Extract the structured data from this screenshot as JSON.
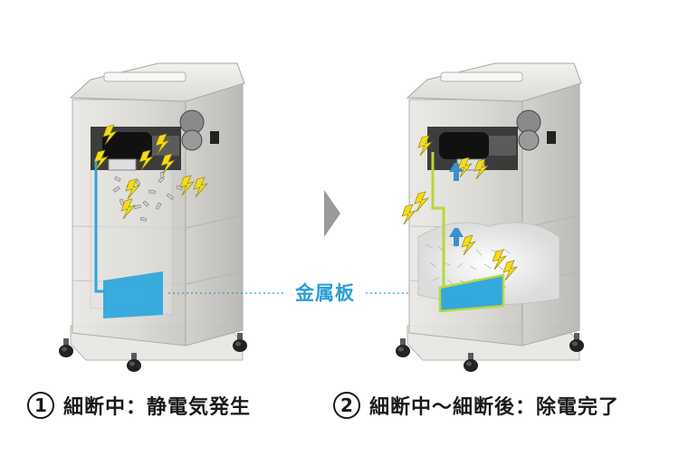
{
  "callout": {
    "label": "金属板"
  },
  "captions": [
    {
      "number": "1",
      "text": "細断中：静電気発生"
    },
    {
      "number": "2",
      "text": "細断中～細断後：除電完了"
    }
  ],
  "colors": {
    "metal_plate": "#2aa6dd",
    "ground_wire_1": "#2aa6dd",
    "ground_wire_2": "#b5d83a",
    "spark": "#f3dc18",
    "arrow": "#3b8fd1",
    "dotted_line": "#2a9fd8"
  },
  "icons": [
    "spark-icon",
    "up-arrow-icon",
    "right-chevron-icon"
  ]
}
